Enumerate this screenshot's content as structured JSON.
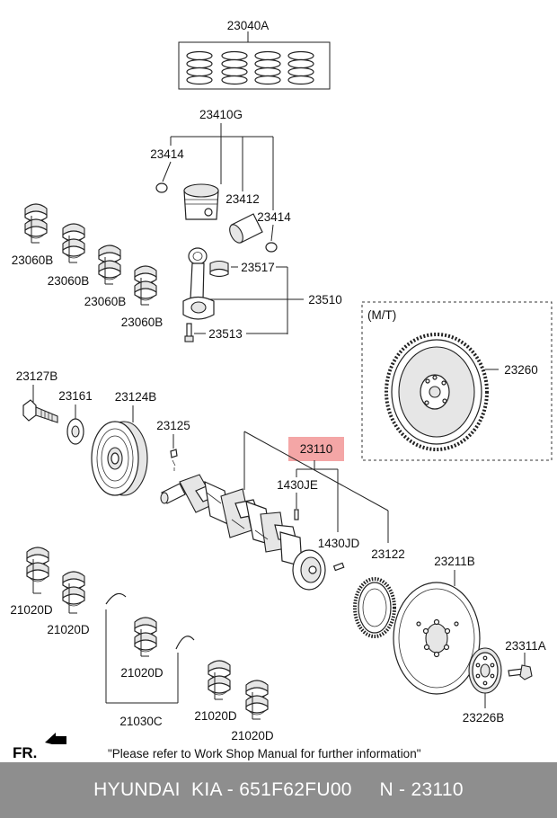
{
  "labels": {
    "ring_set": "23040A",
    "piston_assy": "23410G",
    "snap_ring_left": "23414",
    "piston_pin": "23412",
    "snap_ring_right": "23414",
    "conrod_bearing": "23517",
    "connecting_rod": "23510",
    "conrod_bolt": "23513",
    "bearing_1": "23060B",
    "bearing_2": "23060B",
    "bearing_3": "23060B",
    "bearing_4": "23060B",
    "mt_tag": "(M/T)",
    "flywheel": "23260",
    "pulley_bolt": "23127B",
    "washer": "23161",
    "damper_pulley": "23124B",
    "key": "23125",
    "crankshaft": "23110",
    "pin_e": "1430JE",
    "pin_d": "1430JD",
    "sensor_wheel": "23122",
    "drive_plate": "23211B",
    "plate_bolt": "23311A",
    "adapter_plate": "23226B",
    "main_bearing_1": "21020D",
    "main_bearing_2": "21020D",
    "main_bearing_3": "21020D",
    "main_bearing_4": "21020D",
    "main_bearing_5": "21020D",
    "thrust_washer": "21030C"
  },
  "front_marker": "FR.",
  "note": "\"Please refer to Work Shop Manual for further information\"",
  "footer": "HYUNDAI  KIA - 651F62FU00     N - 23110",
  "highlight_color": "#f4a6a6"
}
